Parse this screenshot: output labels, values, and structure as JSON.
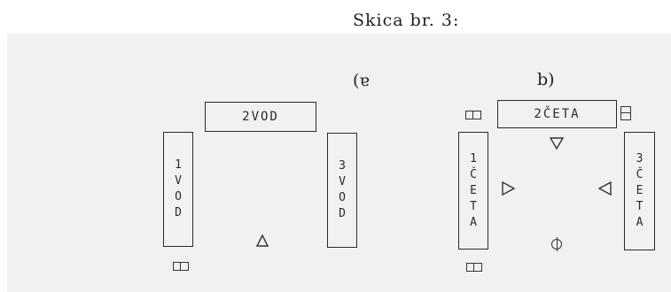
{
  "title": "Skica br. 3:",
  "diagram_a": {
    "label": "(ɐ",
    "top_box": "2VOD",
    "left_box": [
      "1",
      "V",
      "O",
      "D"
    ],
    "right_box": [
      "3",
      "V",
      "O",
      "D"
    ],
    "icons": [
      "triangle-up-icon",
      "pair-box-icon"
    ]
  },
  "diagram_b": {
    "label": "b)",
    "top_box": "2ČETA",
    "left_box": [
      "1",
      "Č",
      "E",
      "T",
      "A"
    ],
    "right_box": [
      "3",
      "Č",
      "E",
      "T",
      "A"
    ],
    "icons": [
      "pair-box-icon",
      "stacked-box-icon",
      "triangle-down-icon",
      "triangle-right-icon",
      "triangle-left-icon",
      "phi-circle-icon"
    ]
  }
}
